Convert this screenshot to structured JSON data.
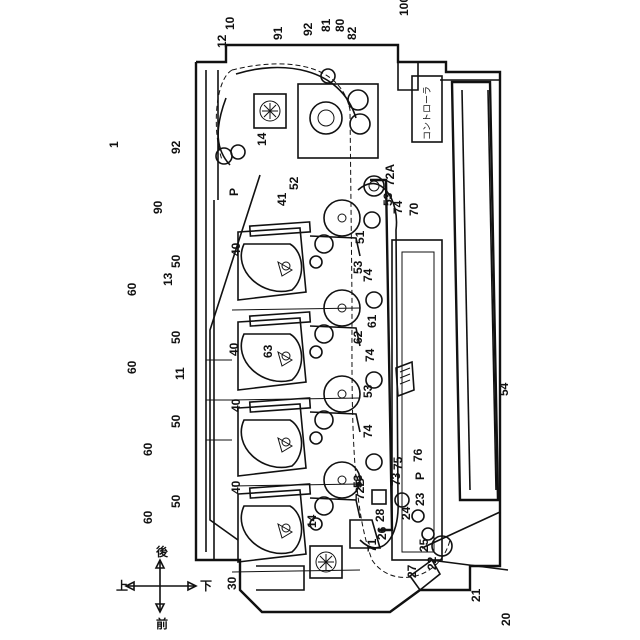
{
  "figure": {
    "labels": {
      "1": "1",
      "10": "10",
      "11": "11",
      "12": "12",
      "13": "13",
      "14": "14",
      "20": "20",
      "21": "21",
      "22": "22",
      "23": "23",
      "24": "24",
      "25": "25",
      "26": "26",
      "27": "27",
      "28": "28",
      "30": "30",
      "40": "40",
      "41": "41",
      "50": "50",
      "51": "51",
      "52": "52",
      "53": "53",
      "54": "54",
      "60": "60",
      "61": "61",
      "62": "62",
      "63": "63",
      "70": "70",
      "71": "71",
      "72A": "72A",
      "72B": "72B",
      "73": "73",
      "74": "74",
      "75": "75",
      "76": "76",
      "80": "80",
      "81": "81",
      "82": "82",
      "90": "90",
      "91": "91",
      "92": "92",
      "100": "100",
      "P": "P"
    },
    "controller_label": "コントローラ",
    "directions": {
      "up": "上",
      "down": "下",
      "front": "前",
      "back": "後"
    }
  }
}
